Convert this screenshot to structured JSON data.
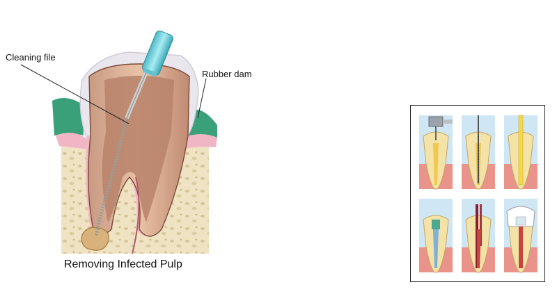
{
  "labels": {
    "cleaning_file": "Cleaning file",
    "rubber_dam": "Rubber dam"
  },
  "caption": "Removing Infected Pulp",
  "colors": {
    "gum": "#3aa07a",
    "bone": "#efe3c4",
    "bone_spots": "#d9c8a0",
    "tooth": "#e9c2a6",
    "pulp": "#b7836a",
    "dam": "#e9e6ee",
    "handle": "#7fd7e2",
    "infection": "#d8b27a",
    "nerve": "#e98aa8"
  },
  "steps_panel": {
    "step_count": 6
  }
}
